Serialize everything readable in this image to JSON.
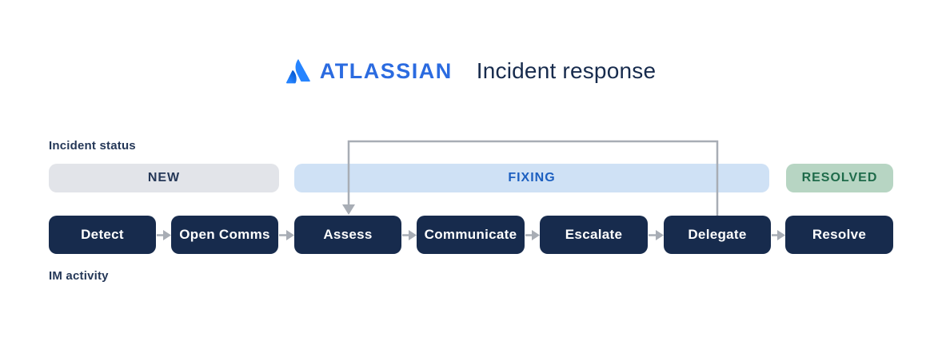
{
  "header": {
    "brand": "ATLASSIAN",
    "title": "Incident response"
  },
  "labels": {
    "incident_status": "Incident status",
    "im_activity": "IM activity"
  },
  "statuses": [
    {
      "label": "NEW",
      "bg": "#e2e4e9",
      "text_color": "#253858"
    },
    {
      "label": "FIXING",
      "bg": "#cfe1f5",
      "text_color": "#1c5fc0"
    },
    {
      "label": "RESOLVED",
      "bg": "#b7d5c3",
      "text_color": "#1f6b4a"
    }
  ],
  "steps": [
    "Detect",
    "Open Comms",
    "Assess",
    "Communicate",
    "Escalate",
    "Delegate",
    "Resolve"
  ],
  "loop_arrow": {
    "from": "Delegate",
    "to": "Assess"
  },
  "colors": {
    "step_box_bg": "#172b4d",
    "step_box_text": "#ffffff",
    "arrow_gray": "#a8adb5",
    "brand_blue": "#2b6be0",
    "logo_blue": "#2684FF",
    "logo_blue_dark": "#0052CC",
    "title_navy": "#172b4d"
  }
}
